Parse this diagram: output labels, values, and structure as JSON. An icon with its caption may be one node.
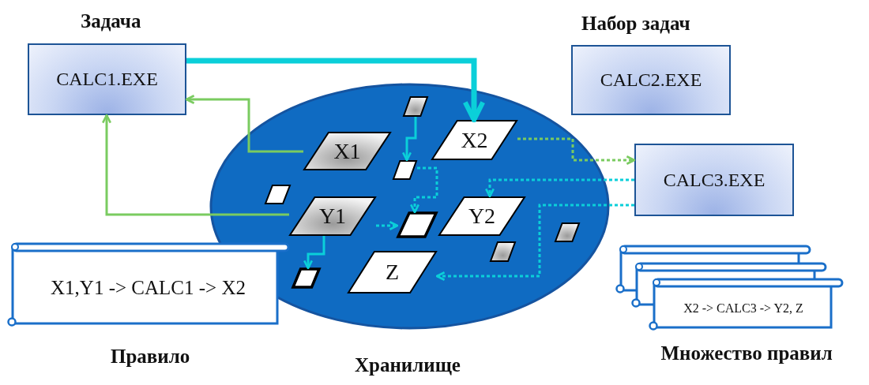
{
  "diagram": {
    "nodes": [
      {
        "text": [
          "CALC1.EXE"
        ],
        "beside": [
          "Задача"
        ]
      },
      {
        "text": [
          "CALC2.EXE"
        ],
        "beside": [
          "Набор задач"
        ]
      },
      {
        "text": [
          "CALC3.EXE"
        ]
      },
      {
        "text": [],
        "shape": "ellipse",
        "beside": [
          "Хранилище"
        ]
      },
      {
        "text": [
          "X1"
        ],
        "in": 3
      },
      {
        "text": [
          "X2"
        ],
        "in": 3
      },
      {
        "text": [
          "Y1"
        ],
        "in": 3
      },
      {
        "text": [
          "Y2"
        ],
        "in": 3
      },
      {
        "text": [
          "Z"
        ],
        "in": 3
      },
      {
        "text": [],
        "shape": "parallelogram",
        "in": 3
      },
      {
        "text": [],
        "shape": "parallelogram",
        "in": 3
      },
      {
        "text": [],
        "shape": "parallelogram",
        "in": 3
      },
      {
        "text": [],
        "shape": "parallelogram",
        "in": 3
      },
      {
        "text": [],
        "shape": "parallelogram",
        "in": 3
      },
      {
        "text": [],
        "shape": "parallelogram",
        "in": 3
      },
      {
        "text": [],
        "shape": "parallelogram",
        "in": 3
      },
      {
        "text": [
          "X1,Y1 -> CALC1 -> X2"
        ],
        "beside": [
          "Правило"
        ]
      },
      {
        "text": [
          "X2 -> CALC3 -> Y2, Z"
        ],
        "beside": [
          "Множество правил"
        ]
      }
    ],
    "edges": [
      {
        "from": 0,
        "to": 5,
        "arrow": "to",
        "style": "thick"
      },
      {
        "from": 4,
        "to": 0,
        "arrow": "to",
        "color": "#7acb60"
      },
      {
        "from": 6,
        "to": 0,
        "arrow": "to",
        "color": "#7acb60"
      },
      {
        "from": 12,
        "to": 11,
        "arrow": "to"
      },
      {
        "from": 11,
        "to": 13,
        "arrow": "to",
        "style": "dashed"
      },
      {
        "from": 6,
        "to": 13,
        "arrow": "to",
        "style": "dashed"
      },
      {
        "from": 6,
        "to": 10,
        "arrow": "to"
      },
      {
        "from": 5,
        "to": 2,
        "arrow": "to",
        "style": "dashed",
        "color": "#7acb60"
      },
      {
        "from": 2,
        "to": 7,
        "arrow": "to",
        "style": "dashed"
      },
      {
        "from": 2,
        "to": 8,
        "arrow": "to",
        "style": "dashed"
      }
    ]
  }
}
